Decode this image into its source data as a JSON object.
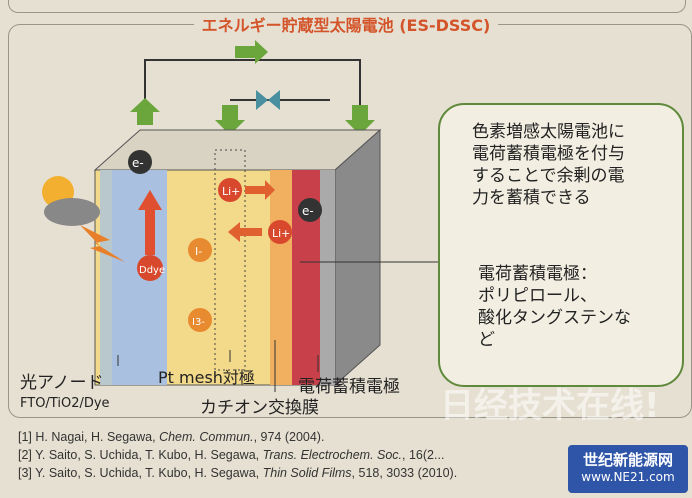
{
  "title": "エネルギー貯蔵型太陽電池 (ES-DSSC)",
  "diagram_labels": {
    "electron": "e-",
    "li_ion": "Li+",
    "iodide": "I-",
    "triiodide": "I3-",
    "dye": "Ddye"
  },
  "component_labels": {
    "photoanode": "光アノード",
    "photoanode_material": "FTO/TiO2/Dye",
    "counter_electrode": "Pt mesh対極",
    "membrane": "カチオン交換膜",
    "storage_electrode": "電荷蓄積電極"
  },
  "callout": {
    "lines": [
      "色素増感太陽電池に",
      "電荷蓄積電極を付与",
      "することで余剰の電",
      "力を蓄積できる"
    ],
    "sub_title": "電荷蓄積電極：",
    "sub_lines": [
      "ポリピロール、",
      "酸化タングステンな",
      "ど"
    ]
  },
  "references": [
    {
      "num": "[1]",
      "authors": "H. Nagai, H. Segawa,",
      "journal": "Chem. Commun.",
      "rest": ", 974 (2004)."
    },
    {
      "num": "[2]",
      "authors": "Y. Saito, S. Uchida, T. Kubo, H. Segawa,",
      "journal": "Trans. Electrochem. Soc.",
      "rest": ", 16(2..."
    },
    {
      "num": "[3]",
      "authors": "Y. Saito, S. Uchida, T. Kubo, H. Segawa,",
      "journal": "Thin Solid Films",
      "rest": ", 518, 3033 (2010)."
    }
  ],
  "watermark": {
    "cn": "世纪新能源网",
    "url": "www.NE21.com",
    "overlay": "日经技术在线!"
  },
  "colors": {
    "title": "#d4542a",
    "arrow_green": "#6aa63c",
    "callout_border": "#5f8a3c",
    "watermark_bg": "#2e55a8"
  }
}
